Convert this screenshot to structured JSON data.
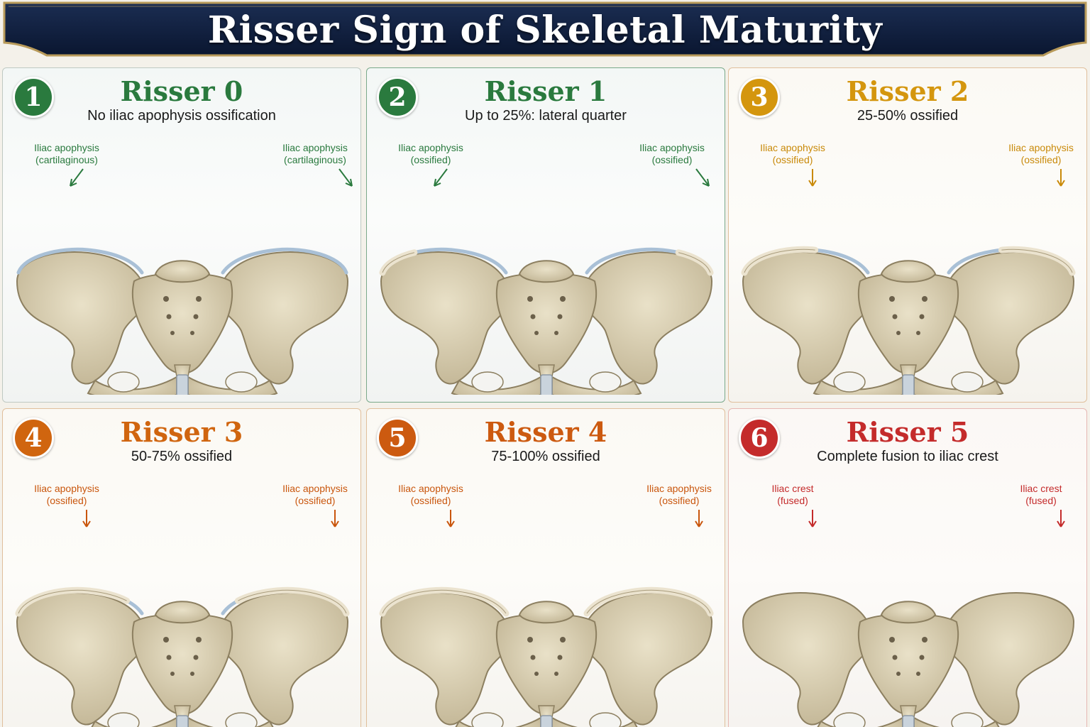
{
  "title": "Risser Sign of Skeletal Maturity",
  "colors": {
    "banner": "#0f1f3d",
    "banner_trim": "#b89a5a",
    "green": "#2a7a3e",
    "gold": "#d4960e",
    "orange": "#cc5a10",
    "red": "#c42b2b",
    "bone": "#d9cfb2",
    "cartilage": "#a9c0d6"
  },
  "stages": [
    {
      "number": "1",
      "title": "Risser 0",
      "subtitle": "No iliac apophysis ossification",
      "color": "#2a7a3e",
      "accent": "#2a7a3e",
      "ossified_fraction": 0,
      "left_label": "Iliac apophysis",
      "left_sub": "(cartilaginous)",
      "right_label": "Iliac apophysis",
      "right_sub": "(cartilaginous)"
    },
    {
      "number": "2",
      "title": "Risser 1",
      "subtitle": "Up to 25%: lateral quarter",
      "color": "#2a7a3e",
      "accent": "#2a7a3e",
      "ossified_fraction": 0.25,
      "left_label": "Iliac apophysis",
      "left_sub": "(ossified)",
      "right_label": "Iliac apophysis",
      "right_sub": "(ossified)"
    },
    {
      "number": "3",
      "title": "Risser 2",
      "subtitle": "25-50% ossified",
      "color": "#d4960e",
      "accent": "#c98a0a",
      "ossified_fraction": 0.5,
      "left_label": "Iliac apophysis",
      "left_sub": "(ossified)",
      "right_label": "Iliac apophysis",
      "right_sub": "(ossified)"
    },
    {
      "number": "4",
      "title": "Risser 3",
      "subtitle": "50-75% ossified",
      "color": "#d0650f",
      "accent": "#c9560d",
      "ossified_fraction": 0.75,
      "left_label": "Iliac apophysis",
      "left_sub": "(ossified)",
      "right_label": "Iliac apophysis",
      "right_sub": "(ossified)"
    },
    {
      "number": "5",
      "title": "Risser 4",
      "subtitle": "75-100% ossified",
      "color": "#cc5a10",
      "accent": "#c9560d",
      "ossified_fraction": 1.0,
      "left_label": "Iliac apophysis",
      "left_sub": "(ossified)",
      "right_label": "Iliac apophysis",
      "right_sub": "(ossified)"
    },
    {
      "number": "6",
      "title": "Risser 5",
      "subtitle": "Complete fusion to iliac crest",
      "color": "#c42b2b",
      "accent": "#c42b2b",
      "ossified_fraction": 1.0,
      "fused": true,
      "left_label": "Iliac crest",
      "left_sub": "(fused)",
      "right_label": "Iliac crest",
      "right_sub": "(fused)"
    }
  ]
}
